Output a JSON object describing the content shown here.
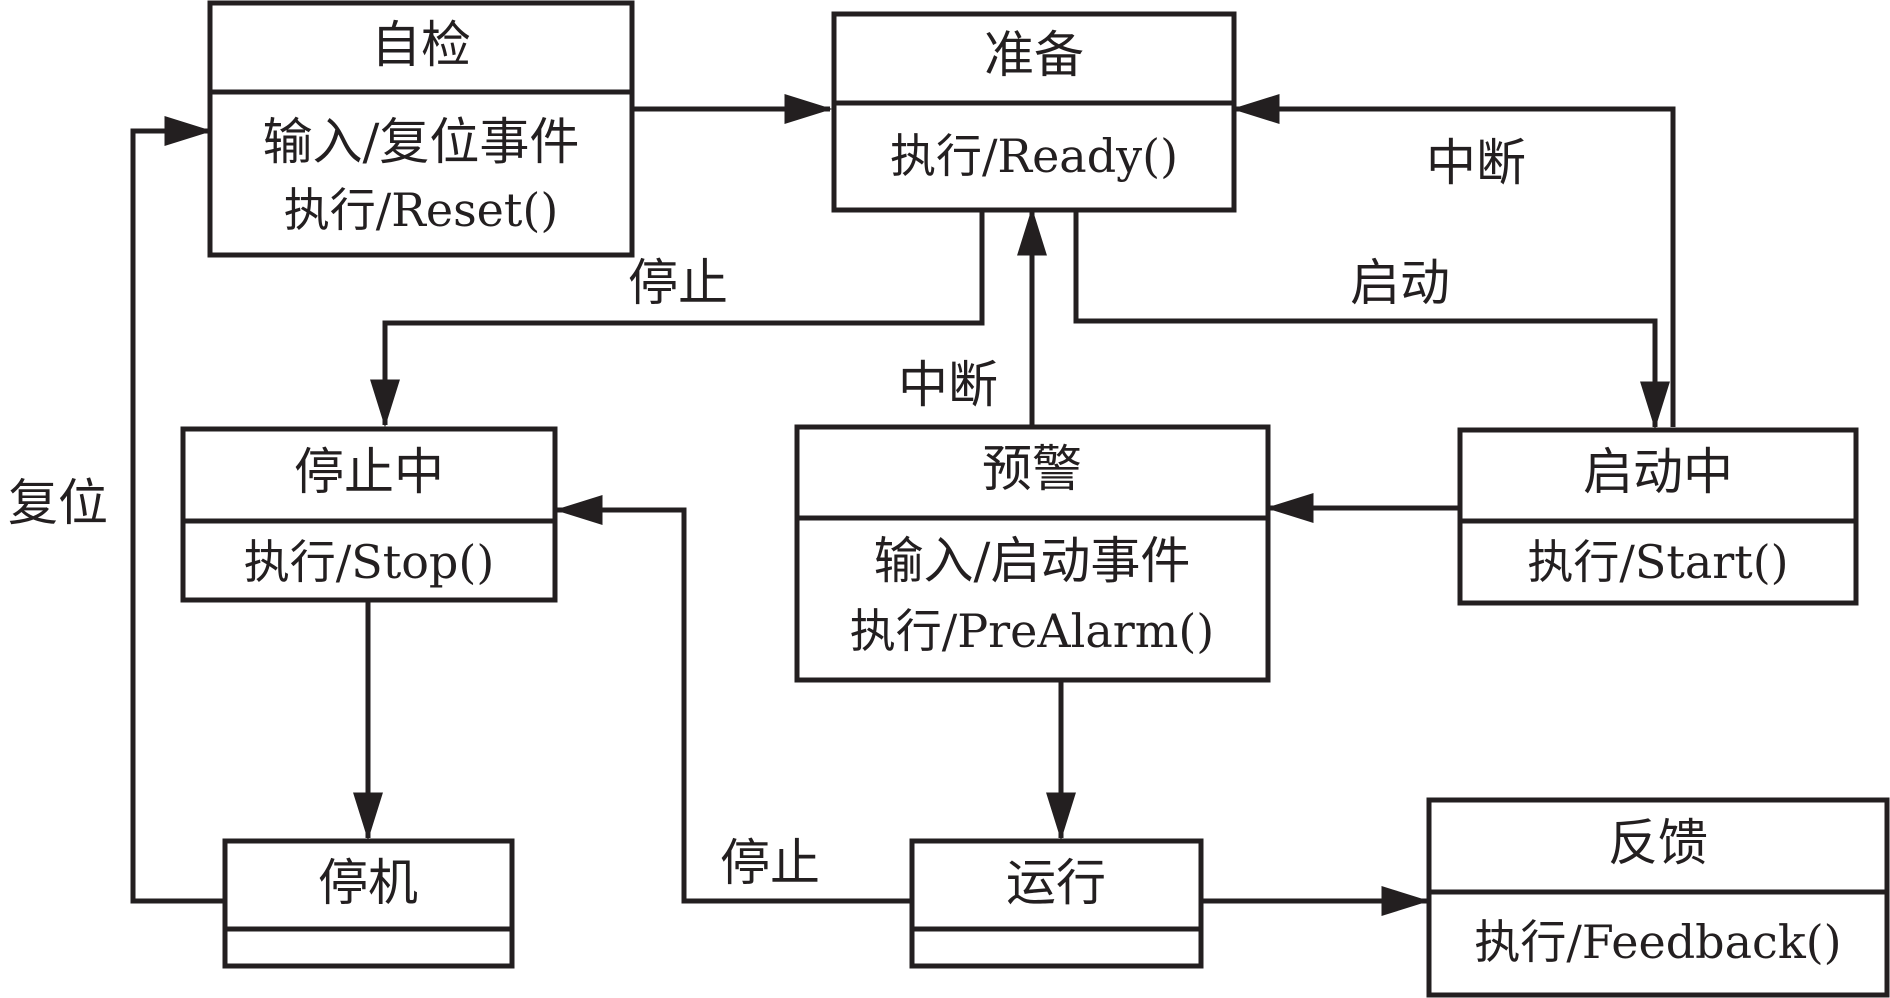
{
  "states": {
    "selfcheck": {
      "title": "自检",
      "lines": [
        "输入/复位事件",
        "执行/Reset()"
      ]
    },
    "ready": {
      "title": "准备",
      "lines": [
        "执行/Ready()"
      ]
    },
    "stopping": {
      "title": "停止中",
      "lines": [
        "执行/Stop()"
      ]
    },
    "prealarm": {
      "title": "预警",
      "lines": [
        "输入/启动事件",
        "执行/PreAlarm()"
      ]
    },
    "starting": {
      "title": "启动中",
      "lines": [
        "执行/Start()"
      ]
    },
    "shutdown": {
      "title": "停机",
      "lines": []
    },
    "running": {
      "title": "运行",
      "lines": []
    },
    "feedback": {
      "title": "反馈",
      "lines": [
        "执行/Feedback()"
      ]
    }
  },
  "transitions": {
    "stop_ready_to_stopping": "停止",
    "start_ready_to_starting": "启动",
    "interrupt_starting_to_ready": "中断",
    "interrupt_prealarm_to_ready": "中断",
    "reset_shutdown_to_selfcheck": "复位",
    "stop_running_to_stopping": "停止"
  }
}
